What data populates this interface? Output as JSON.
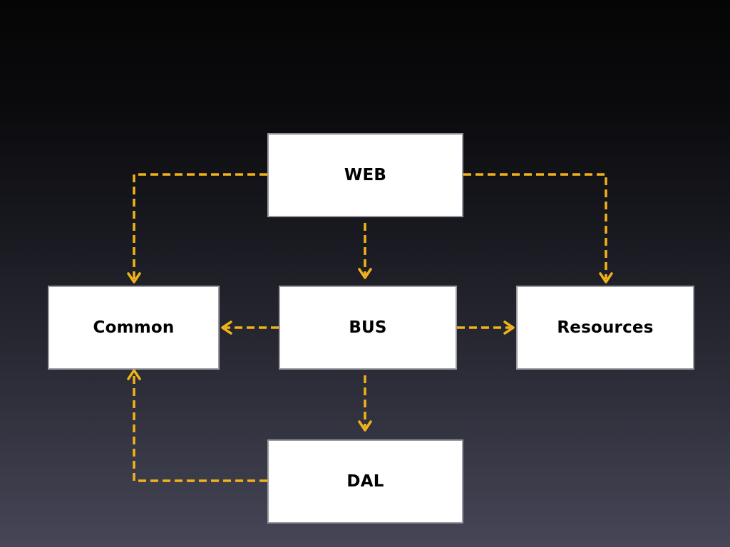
{
  "diagram": {
    "nodes": {
      "web": "WEB",
      "common": "Common",
      "bus": "BUS",
      "resources": "Resources",
      "dal": "DAL"
    },
    "edges": [
      {
        "from": "WEB",
        "to": "Common"
      },
      {
        "from": "WEB",
        "to": "BUS"
      },
      {
        "from": "WEB",
        "to": "Resources"
      },
      {
        "from": "BUS",
        "to": "Common"
      },
      {
        "from": "BUS",
        "to": "Resources"
      },
      {
        "from": "BUS",
        "to": "DAL"
      },
      {
        "from": "DAL",
        "to": "Common"
      }
    ],
    "colors": {
      "connector": "#f2b21a",
      "node_fill": "#ffffff",
      "node_border": "#9a9aa2"
    }
  }
}
